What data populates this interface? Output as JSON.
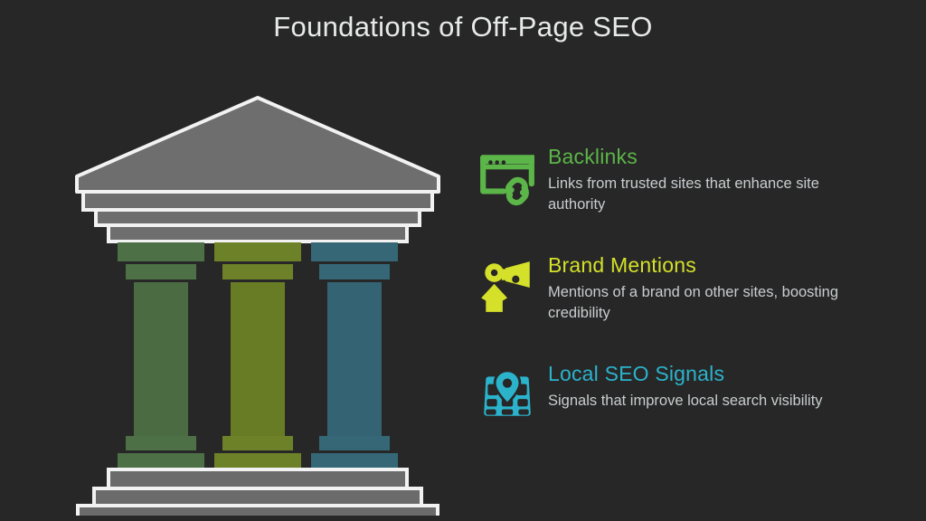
{
  "slide": {
    "title": "Foundations of Off-Page SEO",
    "background_color": "#272727",
    "title_color": "#e8eaea"
  },
  "illustration": {
    "name": "greek-temple-three-pillars",
    "roof_color": "#6e6e6e",
    "outline_color": "#f2f2f2",
    "base_color": "#6b6b6b",
    "pillars": [
      {
        "label": "Backlinks pillar",
        "color": "#4b6c43",
        "cap_color": "#4e7046"
      },
      {
        "label": "Brand Mentions pillar",
        "color": "#687c26",
        "cap_color": "#6d8129"
      },
      {
        "label": "Local SEO Signals pillar",
        "color": "#346474",
        "cap_color": "#356777"
      }
    ]
  },
  "features": [
    {
      "icon": "browser-link-icon",
      "heading": "Backlinks",
      "heading_color": "#5cb548",
      "description": "Links from trusted sites that enhance site authority"
    },
    {
      "icon": "person-megaphone-icon",
      "heading": "Brand Mentions",
      "heading_color": "#d4e029",
      "description": "Mentions of a brand on other sites, boosting credibility"
    },
    {
      "icon": "map-pin-icon",
      "heading": "Local SEO Signals",
      "heading_color": "#2bb3cc",
      "description": "Signals that improve local search visibility"
    }
  ]
}
